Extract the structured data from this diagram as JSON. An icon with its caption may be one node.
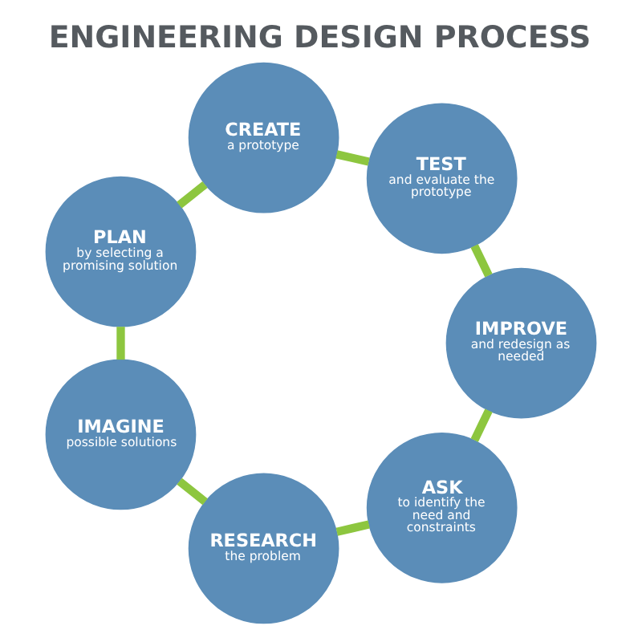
{
  "diagram": {
    "title": "ENGINEERING DESIGN PROCESS",
    "nodes": [
      {
        "text": [
          "ASK",
          "to identify the need and constraints"
        ]
      },
      {
        "text": [
          "RESEARCH",
          "the problem"
        ]
      },
      {
        "text": [
          "IMAGINE",
          "possible solutions"
        ]
      },
      {
        "text": [
          "PLAN",
          "by selecting a promising solution"
        ]
      },
      {
        "text": [
          "CREATE",
          "a prototype"
        ]
      },
      {
        "text": [
          "TEST",
          "and evaluate the prototype"
        ]
      },
      {
        "text": [
          "IMPROVE",
          "and redesign as needed"
        ]
      }
    ],
    "edges": [
      {
        "from": 0,
        "to": 1,
        "arrow": "none"
      },
      {
        "from": 1,
        "to": 2,
        "arrow": "none"
      },
      {
        "from": 2,
        "to": 3,
        "arrow": "none"
      },
      {
        "from": 3,
        "to": 4,
        "arrow": "none"
      },
      {
        "from": 4,
        "to": 5,
        "arrow": "none"
      },
      {
        "from": 5,
        "to": 6,
        "arrow": "none"
      },
      {
        "from": 6,
        "to": 0,
        "arrow": "none"
      }
    ]
  }
}
